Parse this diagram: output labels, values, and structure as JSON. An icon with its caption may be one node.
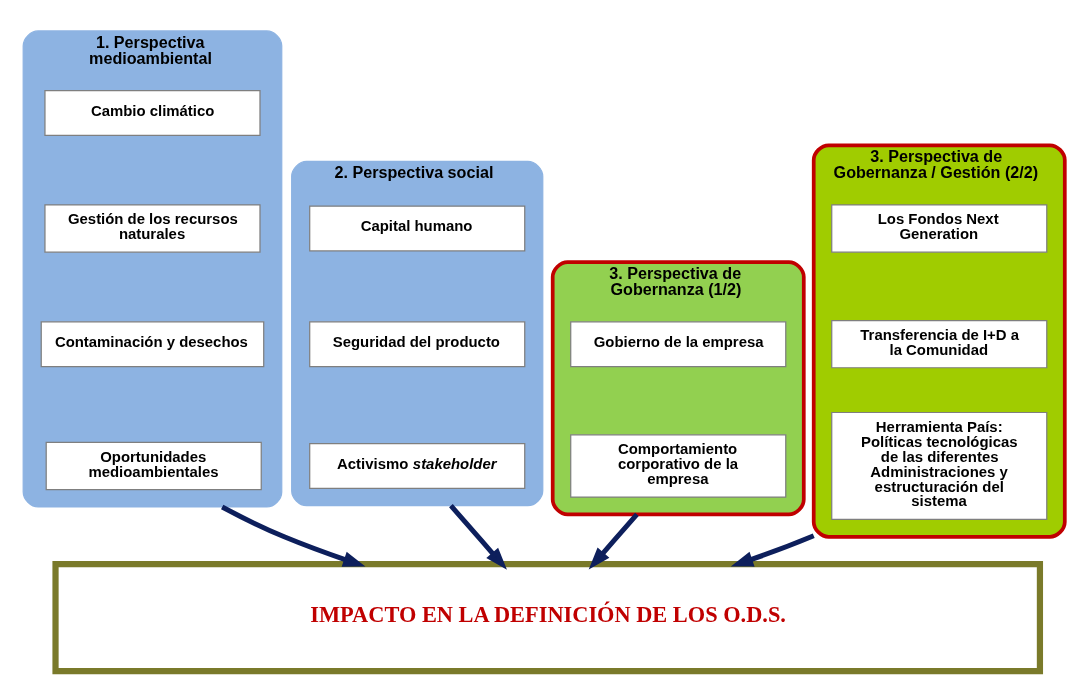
{
  "diagram": {
    "nodes": [
      {
        "text": [
          "1. Perspectiva medioambiental"
        ]
      },
      {
        "text": [
          "Cambio climático"
        ],
        "in": 0
      },
      {
        "text": [
          "Gestión de los recursos naturales"
        ],
        "in": 0
      },
      {
        "text": [
          "Contaminación y desechos"
        ],
        "in": 0
      },
      {
        "text": [
          "Oportunidades medioambientales"
        ],
        "in": 0
      },
      {
        "text": [
          "2. Perspectiva social"
        ]
      },
      {
        "text": [
          "Capital humano"
        ],
        "in": 5
      },
      {
        "text": [
          "Seguridad del producto"
        ],
        "in": 5
      },
      {
        "text": [
          "Activismo *stakeholder*"
        ],
        "in": 5
      },
      {
        "text": [
          "3. Perspectiva de Gobernanza (1/2)"
        ]
      },
      {
        "text": [
          "Gobierno de la empresa"
        ],
        "in": 9
      },
      {
        "text": [
          "Comportamiento corporativo de la empresa"
        ],
        "in": 9
      },
      {
        "text": [
          "3. Perspectiva de Gobernanza / Gestión (2/2)"
        ]
      },
      {
        "text": [
          "Los Fondos Next Generation"
        ],
        "in": 12
      },
      {
        "text": [
          "Transferencia de I+D a la Comunidad"
        ],
        "in": 12
      },
      {
        "text": [
          "Herramienta País: Políticas tecnológicas de las diferentes Administraciones y estructuración del sistema"
        ],
        "in": 12
      },
      {
        "text": [
          "IMPACTO EN LA DEFINICIÓN DE LOS O.D.S."
        ]
      }
    ],
    "edges": [
      {
        "from": 0,
        "to": 16,
        "arrow": "to"
      },
      {
        "from": 5,
        "to": 16,
        "arrow": "to"
      },
      {
        "from": 9,
        "to": 16,
        "arrow": "to"
      },
      {
        "from": 12,
        "to": 16,
        "arrow": "to"
      }
    ]
  }
}
